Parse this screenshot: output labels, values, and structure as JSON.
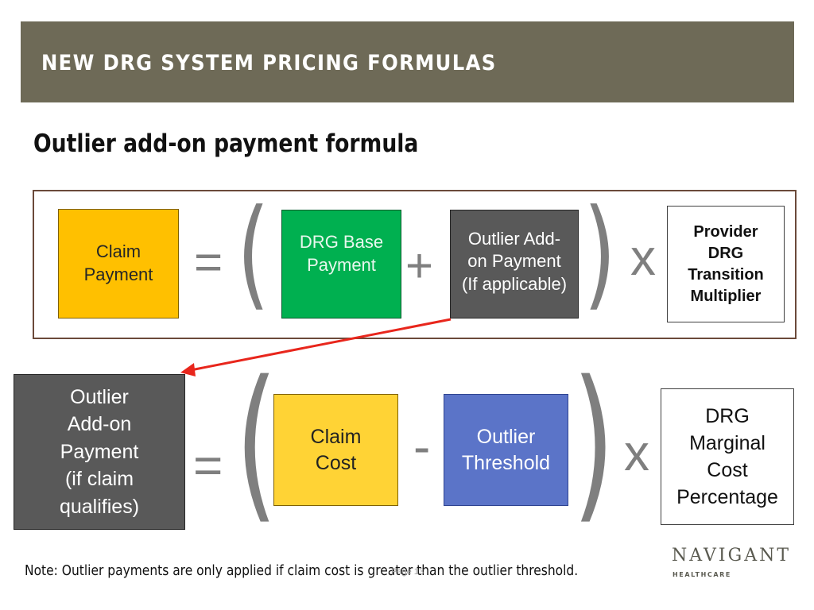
{
  "header": {
    "title": "NEW DRG SYSTEM PRICING FORMULAS"
  },
  "subtitle": "Outlier add-on payment formula",
  "formula1": {
    "claim_payment": [
      "Claim",
      "Payment"
    ],
    "equals": "=",
    "open_paren": "(",
    "drg_base_payment": [
      "DRG Base",
      "Payment"
    ],
    "plus": "+",
    "outlier_addon": [
      "Outlier Add-",
      "on Payment",
      "(If applicable)"
    ],
    "close_paren": ")",
    "times": "x",
    "multiplier": [
      "Provider",
      "DRG",
      "Transition",
      "Multiplier"
    ]
  },
  "formula2": {
    "outlier_addon_payment": [
      "Outlier",
      "Add-on",
      "Payment",
      "(if claim",
      "qualifies)"
    ],
    "equals": "=",
    "open_paren": "(",
    "claim_cost": [
      "Claim",
      "Cost"
    ],
    "minus": "-",
    "outlier_threshold": [
      "Outlier",
      "Threshold"
    ],
    "close_paren": ")",
    "times": "x",
    "marginal_cost": [
      "DRG",
      "Marginal",
      "Cost",
      "Percentage"
    ]
  },
  "note": "Note: Outlier payments are only applied if claim cost is greater than the outlier threshold.",
  "page_number": "Page 13",
  "logo": {
    "word": "NAVIGANT",
    "sub": "HEALTHCARE"
  },
  "colors": {
    "header_bg": "#6e6a57",
    "orange": "#ffc000",
    "green": "#00b050",
    "dark_gray": "#595959",
    "yellow": "#ffd335",
    "blue": "#5b74c8",
    "arrow": "#e8261c"
  }
}
